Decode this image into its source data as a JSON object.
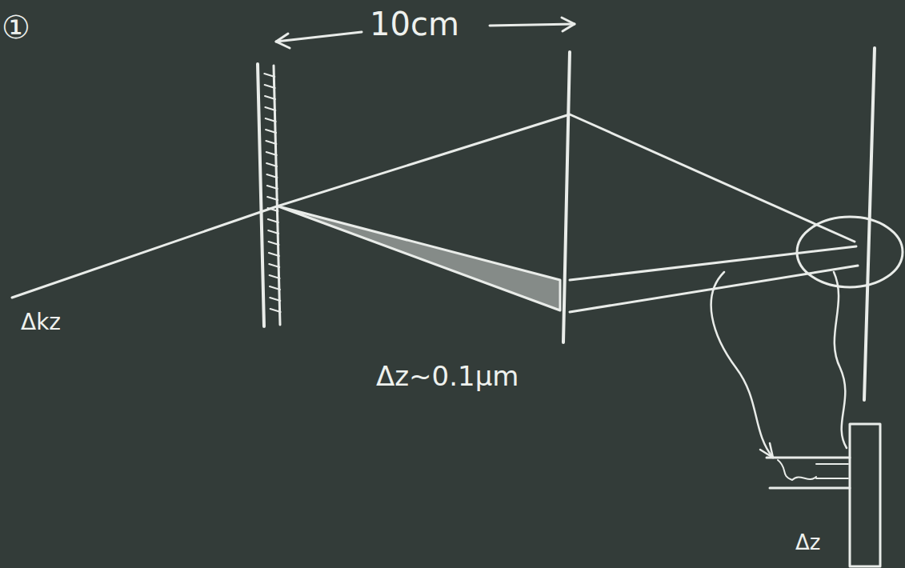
{
  "diagram": {
    "labels": [
      "①",
      "10cm",
      "Δkz",
      "Δz~0.1μm",
      "Δz"
    ]
  }
}
